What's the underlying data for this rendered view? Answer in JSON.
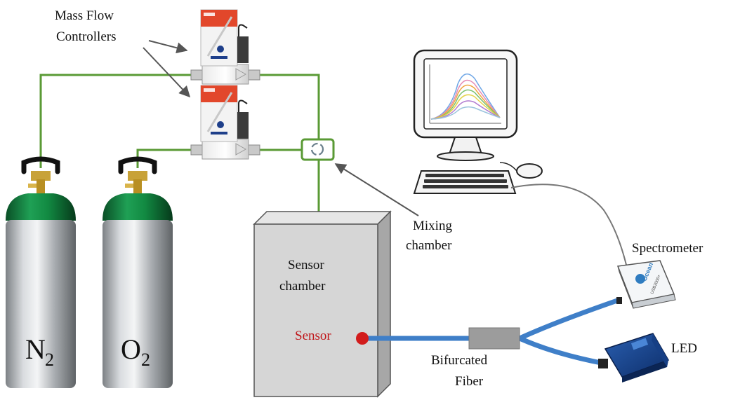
{
  "labels": {
    "mfc_line1": "Mass Flow",
    "mfc_line2": "Controllers",
    "mixing_line1": "Mixing",
    "mixing_line2": "chamber",
    "sensor_chamber_line1": "Sensor",
    "sensor_chamber_line2": "chamber",
    "sensor": "Sensor",
    "bifurcated_line1": "Bifurcated",
    "bifurcated_line2": "Fiber",
    "spectrometer": "Spectrometer",
    "led": "LED"
  },
  "cylinders": {
    "n2_symbol": "N",
    "n2_sub": "2",
    "o2_symbol": "O",
    "o2_sub": "2"
  },
  "device_text": {
    "spectrometer_brand": "Ocean",
    "spectrometer_model": "USB2000+"
  },
  "colors": {
    "gas_line": "#5a9a35",
    "fiber": "#3f7fc8",
    "sensor_dot": "#d21c1c",
    "sensor_text": "#c0161a",
    "cylinder_top": "#0f7a3a",
    "chamber_front": "#d6d6d6"
  },
  "icons": [
    "arrow-icon",
    "computer-icon",
    "keyboard-icon",
    "mouse-icon",
    "valve-icon"
  ]
}
